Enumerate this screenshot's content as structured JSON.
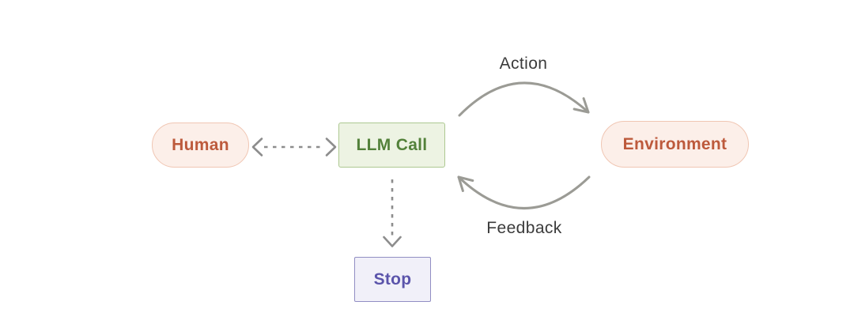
{
  "diagram": {
    "nodes": {
      "human": {
        "label": "Human",
        "shape": "pill",
        "bg": "#fcefe9",
        "border": "#f0c6b3",
        "text_color": "#bd5a3c"
      },
      "llm_call": {
        "label": "LLM Call",
        "shape": "rect",
        "bg": "#edf3e3",
        "border": "#adc891",
        "text_color": "#53813a"
      },
      "environment": {
        "label": "Environment",
        "shape": "pill",
        "bg": "#fcefe9",
        "border": "#f0c6b3",
        "text_color": "#bd5a3c"
      },
      "stop": {
        "label": "Stop",
        "shape": "rect",
        "bg": "#f1f0f9",
        "border": "#918ec3",
        "text_color": "#5b54ab"
      }
    },
    "edges": {
      "action": {
        "label": "Action",
        "from": "llm_call",
        "to": "environment",
        "style": "solid-curve",
        "color": "#9b9b95"
      },
      "feedback": {
        "label": "Feedback",
        "from": "environment",
        "to": "llm_call",
        "style": "solid-curve",
        "color": "#9b9b95"
      },
      "human_llm": {
        "label": "",
        "from": "human",
        "to": "llm_call",
        "style": "dashed-double-arrow",
        "color": "#8d8d8d"
      },
      "llm_stop": {
        "label": "",
        "from": "llm_call",
        "to": "stop",
        "style": "dashed-arrow",
        "color": "#8d8d8d"
      }
    },
    "labels": {
      "color": "#3b3b3b"
    }
  }
}
